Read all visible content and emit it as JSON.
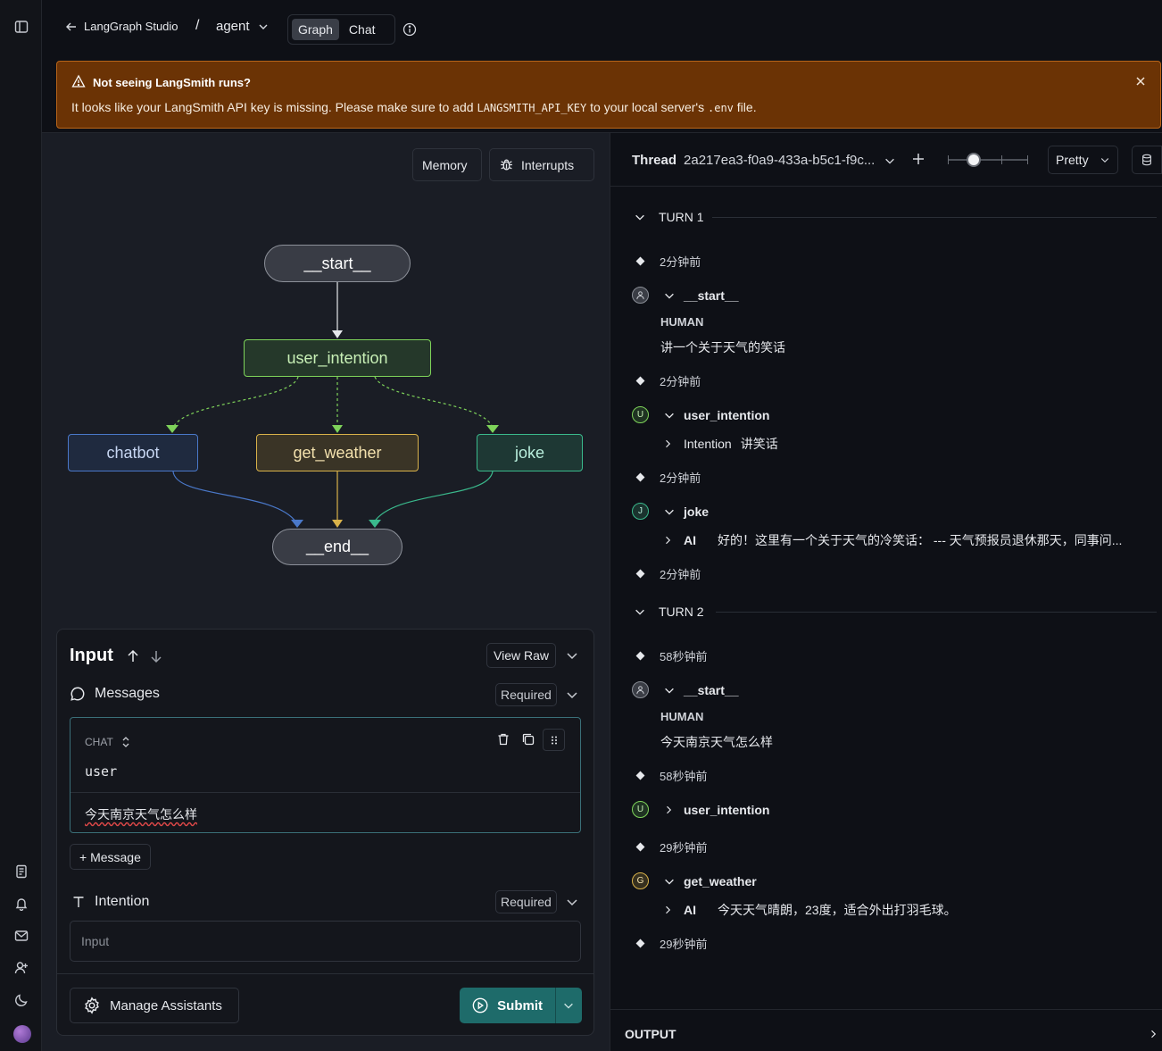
{
  "header": {
    "back_label": "LangGraph Studio",
    "separator": "/",
    "graph_name": "agent",
    "tabs": [
      "Graph",
      "Chat"
    ],
    "active_tab": "Graph"
  },
  "banner": {
    "title": "Not seeing LangSmith runs?",
    "message_pre": "It looks like your LangSmith API key is missing. Please make sure to add ",
    "code1": "LANGSMITH_API_KEY",
    "message_mid": " to your local server's ",
    "code2": ".env",
    "message_post": " file."
  },
  "graph": {
    "memory_label": "Memory",
    "interrupts_label": "Interrupts",
    "nodes": {
      "start": "__start__",
      "user_intention": "user_intention",
      "chatbot": "chatbot",
      "get_weather": "get_weather",
      "joke": "joke",
      "end": "__end__"
    }
  },
  "input": {
    "title": "Input",
    "view_raw": "View Raw",
    "messages_label": "Messages",
    "required": "Required",
    "chat_type": "CHAT",
    "role": "user",
    "message_text": "今天南京天气怎么样",
    "add_message": "+ Message",
    "intention_label": "Intention",
    "intention_placeholder": "Input",
    "manage_assistants": "Manage Assistants",
    "submit": "Submit"
  },
  "thread": {
    "label": "Thread",
    "id": "2a217ea3-f0a9-433a-b5c1-f9c...",
    "view_mode": "Pretty",
    "turn1": {
      "title": "TURN 1",
      "ts1": "2分钟前",
      "start_node": "__start__",
      "human_role": "HUMAN",
      "human_msg": "讲一个关于天气的笑话",
      "ts2": "2分钟前",
      "intention_node": "user_intention",
      "intention_key": "Intention",
      "intention_val": "讲笑话",
      "ts3": "2分钟前",
      "joke_node": "joke",
      "ai_role": "AI",
      "ai_msg": "好的！这里有一个关于天气的冷笑话： --- 天气预报员退休那天，同事问...",
      "ts4": "2分钟前"
    },
    "turn2": {
      "title": "TURN 2",
      "ts1": "58秒钟前",
      "start_node": "__start__",
      "human_role": "HUMAN",
      "human_msg": "今天南京天气怎么样",
      "ts2": "58秒钟前",
      "intention_node": "user_intention",
      "ts3": "29秒钟前",
      "weather_node": "get_weather",
      "ai_role": "AI",
      "ai_msg": "今天天气晴朗，23度，适合外出打羽毛球。",
      "ts4": "29秒钟前"
    },
    "output_label": "OUTPUT"
  },
  "badges": {
    "user_intention": "U",
    "joke": "J",
    "get_weather": "G"
  },
  "colors": {
    "accent": "#1e6b6a",
    "banner_bg": "#6b3305",
    "node_user_intention": "#7ed35a",
    "node_chatbot": "#4a78c9",
    "node_get_weather": "#d9b24a",
    "node_joke": "#3ab98c"
  }
}
